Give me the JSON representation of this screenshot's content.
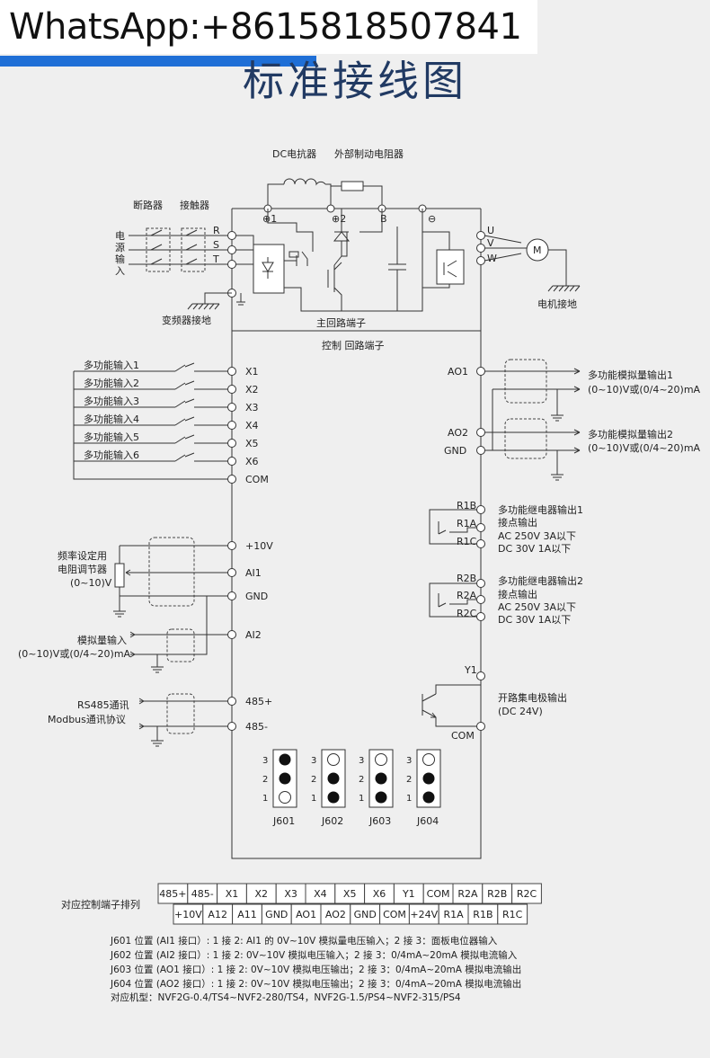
{
  "watermark": "WhatsApp:+8615818507841",
  "title": "标准接线图",
  "labels": {
    "dc_reactor": "DC电抗器",
    "brake_resistor": "外部制动电阻器",
    "breaker": "断路器",
    "contactor": "接触器",
    "power_input": [
      "电",
      "源",
      "输",
      "入"
    ],
    "inverter_ground": "变频器接地",
    "motor_ground": "电机接地",
    "main_terminal": "主回路端子",
    "control_terminal": "控制 回路端子",
    "motor": "M",
    "freq_resistor": [
      "频率设定用",
      "电阻调节器",
      "(0~10)V"
    ],
    "analog_input": [
      "模拟量输入",
      "(0~10)V或(0/4~20)mA"
    ],
    "rs485": [
      "RS485通讯",
      "Modbus通讯协议"
    ],
    "ao1_out": [
      "多功能模拟量输出1",
      "(0~10)V或(0/4~20)mA"
    ],
    "ao2_out": [
      "多功能模拟量输出2",
      "(0~10)V或(0/4~20)mA"
    ],
    "relay1": [
      "多功能继电器输出1",
      "接点输出",
      "AC 250V  3A以下",
      "DC 30V    1A以下"
    ],
    "relay2": [
      "多功能继电器输出2",
      "接点输出",
      "AC 250V  3A以下",
      "DC 30V    1A以下"
    ],
    "oc_out": [
      "开路集电极输出",
      "(DC 24V)"
    ],
    "terminal_row_label": "对应控制端子排列"
  },
  "main_terminals": {
    "input": [
      "R",
      "S",
      "T"
    ],
    "bus": [
      "⊕1",
      "⊕2",
      "B",
      "⊖"
    ],
    "output": [
      "U",
      "V",
      "W"
    ]
  },
  "inputs": [
    {
      "label": "多功能输入1",
      "terminal": "X1"
    },
    {
      "label": "多功能输入2",
      "terminal": "X2"
    },
    {
      "label": "多功能输入3",
      "terminal": "X3"
    },
    {
      "label": "多功能输入4",
      "terminal": "X4"
    },
    {
      "label": "多功能输入5",
      "terminal": "X5"
    },
    {
      "label": "多功能输入6",
      "terminal": "X6"
    },
    {
      "label": "",
      "terminal": "COM"
    }
  ],
  "analog_terminals": [
    "+10V",
    "AI1",
    "GND",
    "AI2",
    "485+",
    "485-"
  ],
  "right_terminals": {
    "ao": [
      "AO1",
      "AO2",
      "GND"
    ],
    "relay1": [
      "R1B",
      "R1A",
      "R1C"
    ],
    "relay2": [
      "R2B",
      "R2A",
      "R2C"
    ],
    "oc": [
      "Y1",
      "COM"
    ]
  },
  "jumpers": [
    {
      "name": "J601",
      "pins": [
        "3",
        "2",
        "1"
      ],
      "filled": [
        true,
        true,
        false
      ]
    },
    {
      "name": "J602",
      "pins": [
        "3",
        "2",
        "1"
      ],
      "filled": [
        false,
        true,
        true
      ]
    },
    {
      "name": "J603",
      "pins": [
        "3",
        "2",
        "1"
      ],
      "filled": [
        false,
        true,
        true
      ]
    },
    {
      "name": "J604",
      "pins": [
        "3",
        "2",
        "1"
      ],
      "filled": [
        false,
        true,
        true
      ]
    }
  ],
  "terminal_strip": {
    "top": [
      "485+",
      "485-",
      "X1",
      "X2",
      "X3",
      "X4",
      "X5",
      "X6",
      "Y1",
      "COM",
      "R2A",
      "R2B",
      "R2C"
    ],
    "bottom": [
      "+10V",
      "A12",
      "A11",
      "GND",
      "AO1",
      "AO2",
      "GND",
      "COM",
      "+24V",
      "R1A",
      "R1B",
      "R1C"
    ]
  },
  "notes": [
    "J601 位置 (AI1 接口）: 1 接 2:  AI1 的 0V~10V 模拟量电压输入；2 接 3：面板电位器输入",
    "J602 位置 (AI2 接口）: 1 接 2:  0V~10V 模拟电压输入；2 接 3：0/4mA~20mA 模拟电流输入",
    "J603 位置 (AO1 接口）: 1 接 2:  0V~10V 模拟电压输出；2 接 3：0/4mA~20mA 模拟电流输出",
    "J604 位置 (AO2 接口）: 1 接 2:  0V~10V 模拟电压输出；2 接 3：0/4mA~20mA 模拟电流输出",
    "对应机型：NVF2G-0.4/TS4~NVF2-280/TS4，NVF2G-1.5/PS4~NVF2-315/PS4"
  ]
}
